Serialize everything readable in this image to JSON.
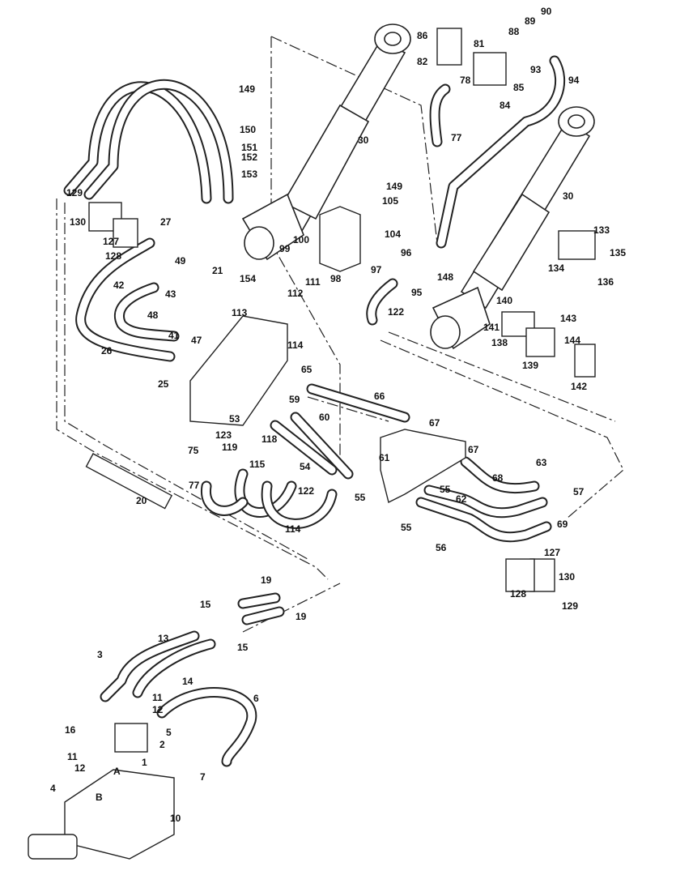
{
  "diagram": {
    "callouts": [
      {
        "id": "c1",
        "text": "1"
      },
      {
        "id": "c2",
        "text": "2"
      },
      {
        "id": "c3",
        "text": "3"
      },
      {
        "id": "c4",
        "text": "4"
      },
      {
        "id": "c5",
        "text": "5"
      },
      {
        "id": "c6",
        "text": "6"
      },
      {
        "id": "c7",
        "text": "7"
      },
      {
        "id": "c10",
        "text": "10"
      },
      {
        "id": "c11a",
        "text": "11"
      },
      {
        "id": "c11b",
        "text": "11"
      },
      {
        "id": "c12a",
        "text": "12"
      },
      {
        "id": "c12b",
        "text": "12"
      },
      {
        "id": "c13",
        "text": "13"
      },
      {
        "id": "c14",
        "text": "14"
      },
      {
        "id": "c15a",
        "text": "15"
      },
      {
        "id": "c15b",
        "text": "15"
      },
      {
        "id": "c16",
        "text": "16"
      },
      {
        "id": "c19a",
        "text": "19"
      },
      {
        "id": "c19b",
        "text": "19"
      },
      {
        "id": "c20",
        "text": "20"
      },
      {
        "id": "c21",
        "text": "21"
      },
      {
        "id": "c25",
        "text": "25"
      },
      {
        "id": "c26",
        "text": "26"
      },
      {
        "id": "c27",
        "text": "27"
      },
      {
        "id": "c30a",
        "text": "30"
      },
      {
        "id": "c30b",
        "text": "30"
      },
      {
        "id": "c41",
        "text": "41"
      },
      {
        "id": "c42",
        "text": "42"
      },
      {
        "id": "c43",
        "text": "43"
      },
      {
        "id": "c47",
        "text": "47"
      },
      {
        "id": "c48",
        "text": "48"
      },
      {
        "id": "c49",
        "text": "49"
      },
      {
        "id": "c53",
        "text": "53"
      },
      {
        "id": "c54",
        "text": "54"
      },
      {
        "id": "c55a",
        "text": "55"
      },
      {
        "id": "c55b",
        "text": "55"
      },
      {
        "id": "c55c",
        "text": "55"
      },
      {
        "id": "c56",
        "text": "56"
      },
      {
        "id": "c57",
        "text": "57"
      },
      {
        "id": "c59",
        "text": "59"
      },
      {
        "id": "c60",
        "text": "60"
      },
      {
        "id": "c61",
        "text": "61"
      },
      {
        "id": "c62",
        "text": "62"
      },
      {
        "id": "c63",
        "text": "63"
      },
      {
        "id": "c65",
        "text": "65"
      },
      {
        "id": "c66",
        "text": "66"
      },
      {
        "id": "c67a",
        "text": "67"
      },
      {
        "id": "c67b",
        "text": "67"
      },
      {
        "id": "c68",
        "text": "68"
      },
      {
        "id": "c69",
        "text": "69"
      },
      {
        "id": "c75",
        "text": "75"
      },
      {
        "id": "c77a",
        "text": "77"
      },
      {
        "id": "c77b",
        "text": "77"
      },
      {
        "id": "c78",
        "text": "78"
      },
      {
        "id": "c81",
        "text": "81"
      },
      {
        "id": "c82",
        "text": "82"
      },
      {
        "id": "c84",
        "text": "84"
      },
      {
        "id": "c85",
        "text": "85"
      },
      {
        "id": "c86",
        "text": "86"
      },
      {
        "id": "c88",
        "text": "88"
      },
      {
        "id": "c89",
        "text": "89"
      },
      {
        "id": "c90",
        "text": "90"
      },
      {
        "id": "c93",
        "text": "93"
      },
      {
        "id": "c94",
        "text": "94"
      },
      {
        "id": "c95",
        "text": "95"
      },
      {
        "id": "c96",
        "text": "96"
      },
      {
        "id": "c97",
        "text": "97"
      },
      {
        "id": "c98",
        "text": "98"
      },
      {
        "id": "c99",
        "text": "99"
      },
      {
        "id": "c100",
        "text": "100"
      },
      {
        "id": "c104",
        "text": "104"
      },
      {
        "id": "c105",
        "text": "105"
      },
      {
        "id": "c111",
        "text": "111"
      },
      {
        "id": "c112",
        "text": "112"
      },
      {
        "id": "c113",
        "text": "113"
      },
      {
        "id": "c114a",
        "text": "114"
      },
      {
        "id": "c114b",
        "text": "114"
      },
      {
        "id": "c115",
        "text": "115"
      },
      {
        "id": "c118",
        "text": "118"
      },
      {
        "id": "c119",
        "text": "119"
      },
      {
        "id": "c122a",
        "text": "122"
      },
      {
        "id": "c122b",
        "text": "122"
      },
      {
        "id": "c123",
        "text": "123"
      },
      {
        "id": "c127a",
        "text": "127"
      },
      {
        "id": "c127b",
        "text": "127"
      },
      {
        "id": "c128a",
        "text": "128"
      },
      {
        "id": "c128b",
        "text": "128"
      },
      {
        "id": "c129a",
        "text": "129"
      },
      {
        "id": "c129b",
        "text": "129"
      },
      {
        "id": "c130a",
        "text": "130"
      },
      {
        "id": "c130b",
        "text": "130"
      },
      {
        "id": "c133",
        "text": "133"
      },
      {
        "id": "c134",
        "text": "134"
      },
      {
        "id": "c135",
        "text": "135"
      },
      {
        "id": "c136",
        "text": "136"
      },
      {
        "id": "c138",
        "text": "138"
      },
      {
        "id": "c139",
        "text": "139"
      },
      {
        "id": "c140",
        "text": "140"
      },
      {
        "id": "c141",
        "text": "141"
      },
      {
        "id": "c142",
        "text": "142"
      },
      {
        "id": "c143",
        "text": "143"
      },
      {
        "id": "c144",
        "text": "144"
      },
      {
        "id": "c148",
        "text": "148"
      },
      {
        "id": "c149a",
        "text": "149"
      },
      {
        "id": "c149b",
        "text": "149"
      },
      {
        "id": "c150",
        "text": "150"
      },
      {
        "id": "c151",
        "text": "151"
      },
      {
        "id": "c152",
        "text": "152"
      },
      {
        "id": "c153",
        "text": "153"
      },
      {
        "id": "c154",
        "text": "154"
      }
    ],
    "port_labels": {
      "a": "A",
      "b": "B"
    }
  }
}
